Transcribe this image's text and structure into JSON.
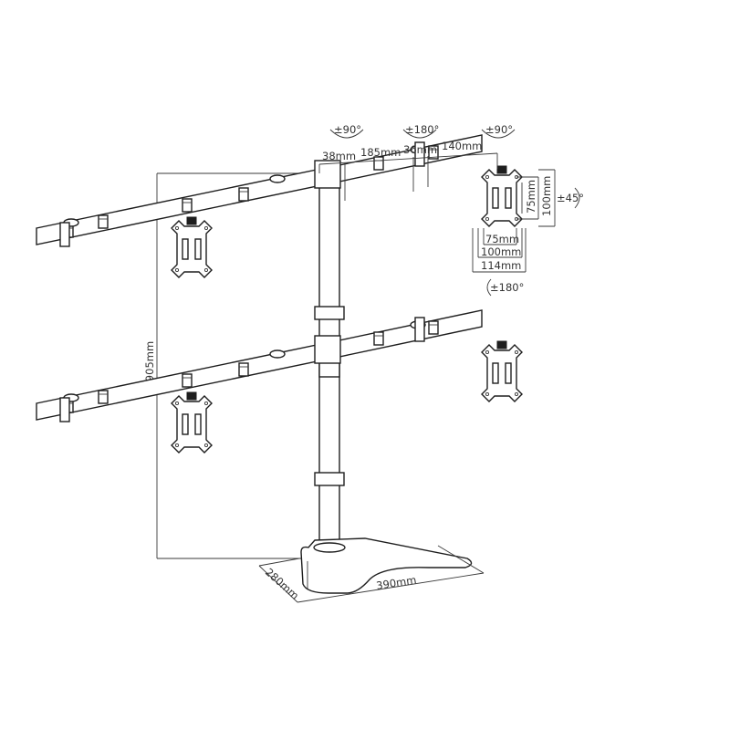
{
  "diagram": {
    "subject": "Dual-tier quad monitor desk stand",
    "rotation_labels": {
      "left_arm_tilt": "±90°",
      "center_joint": "±180°",
      "right_arm_tilt": "±90°",
      "vesa_tilt": "±45°",
      "vesa_rotation": "±180°"
    },
    "arm_dimensions": {
      "pole_diameter": "38mm",
      "arm_segment_1": "185mm",
      "joint_width": "36mm",
      "arm_segment_2": "140mm"
    },
    "vesa_dimensions": {
      "vertical_small": "75mm",
      "vertical_large": "100mm",
      "horizontal_small": "75mm",
      "horizontal_large": "100mm",
      "plate_width": "114mm"
    },
    "overall_dimensions": {
      "height": "905mm",
      "base_depth": "280mm",
      "base_width": "390mm"
    },
    "colors": {
      "line": "#2a2a2a",
      "text": "#333333",
      "background": "#ffffff"
    }
  }
}
